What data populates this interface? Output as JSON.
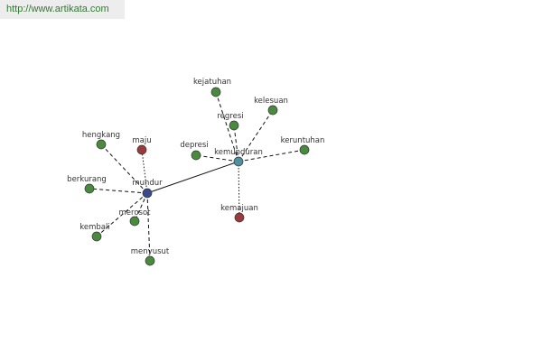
{
  "site_url": "http://www.artikata.com",
  "colors": {
    "hub": "#3b4a8f",
    "hub2": "#4f8fa0",
    "synonym": "#4a8a3f",
    "antonym": "#9a3a3a"
  },
  "diagram": {
    "words": {
      "mundur": "mundur",
      "kemunduran": "kemunduran",
      "maju": "maju",
      "hengkang": "hengkang",
      "berkurang": "berkurang",
      "merosot": "merosot",
      "kembali": "kembali",
      "menyusut": "menyusut",
      "depresi": "depresi",
      "kejatuhan": "kejatuhan",
      "regresi": "regresi",
      "kelesuan": "kelesuan",
      "keruntuhan": "keruntuhan",
      "kemajuan": "kemajuan"
    }
  }
}
